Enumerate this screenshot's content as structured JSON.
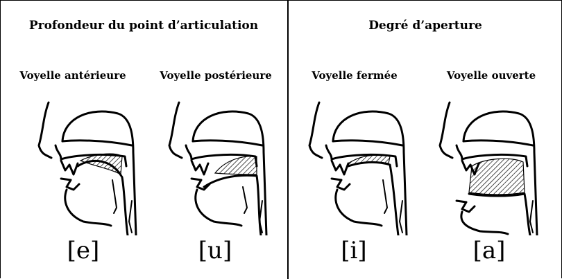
{
  "left_panel": {
    "title": "Profondeur du point d’articulation",
    "figures": [
      {
        "label": "Voyelle antérieure",
        "symbol": "[e]"
      },
      {
        "label": "Voyelle postérieure",
        "symbol": "[u]"
      }
    ]
  },
  "right_panel": {
    "title": "Degré d’aperture",
    "figures": [
      {
        "label": "Voyelle fermée",
        "symbol": "[i]"
      },
      {
        "label": "Voyelle ouverte",
        "symbol": "[a]"
      }
    ]
  },
  "colors": {
    "line": "#000000",
    "hatch": "#000000",
    "background": "#ffffff"
  }
}
